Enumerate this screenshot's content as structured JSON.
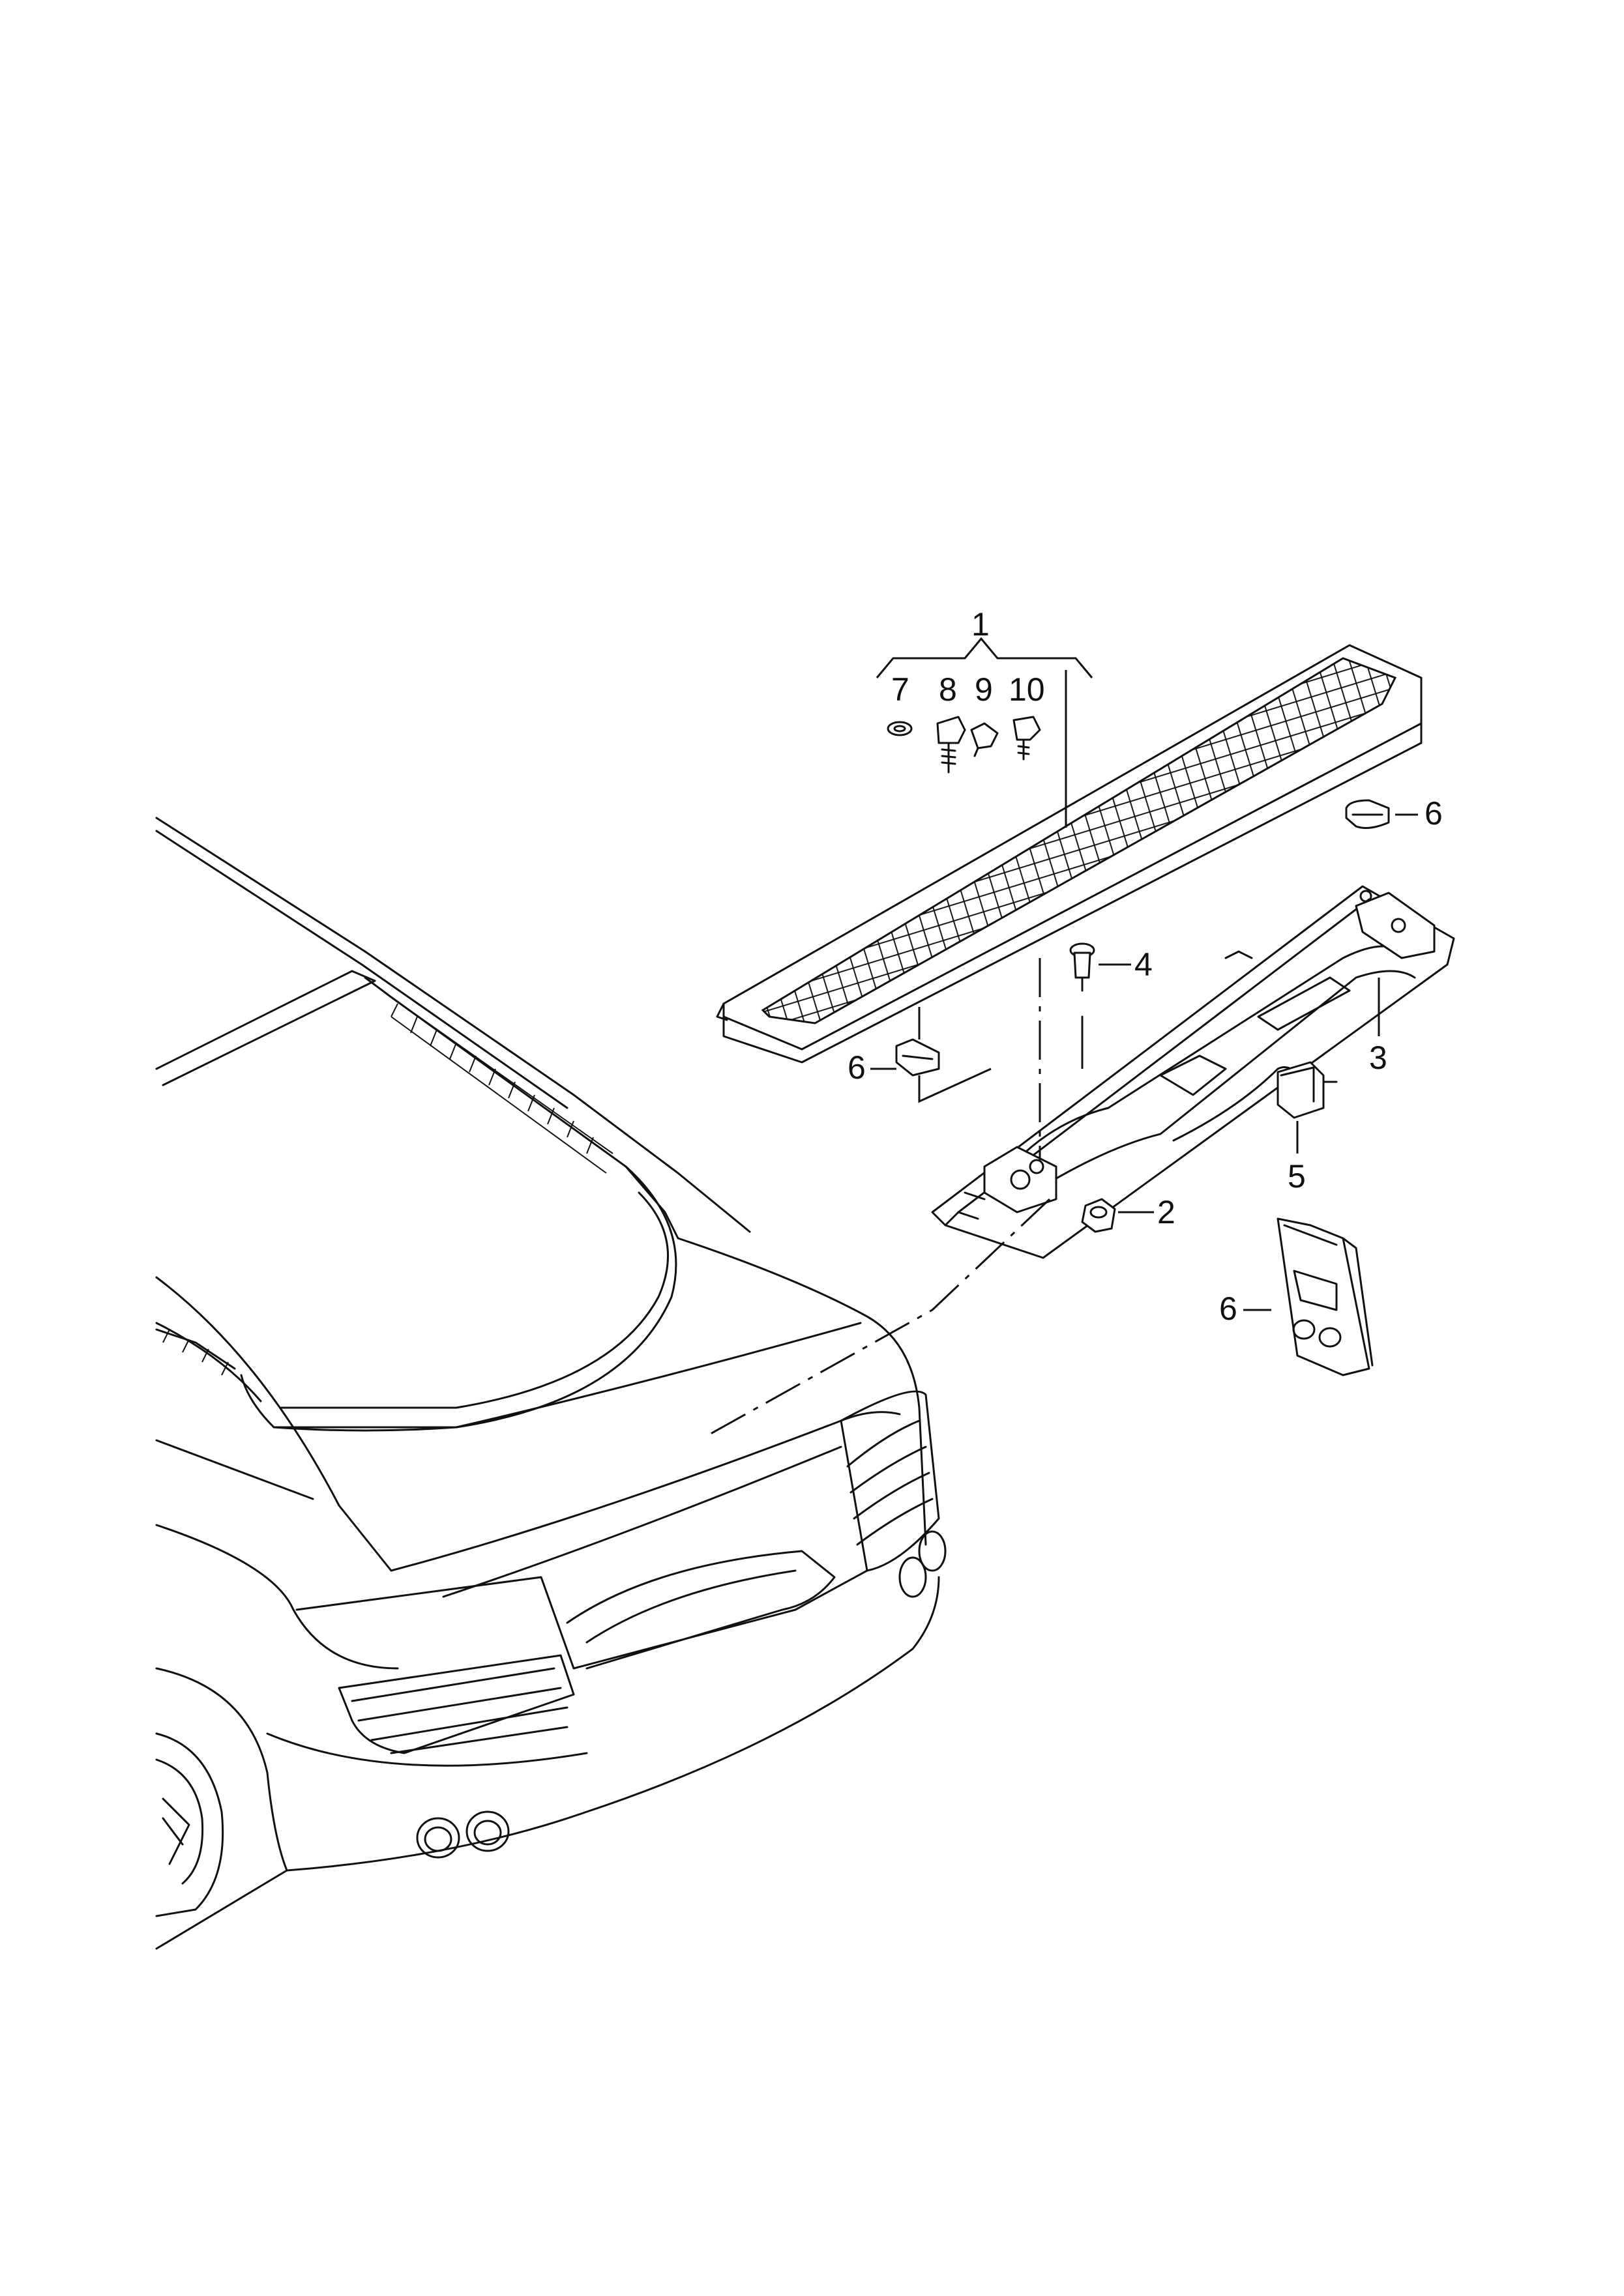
{
  "diagram": {
    "kind": "exploded parts diagram",
    "colors": {
      "line": "#111111",
      "background": "#ffffff"
    },
    "labels": [
      {
        "id": "1",
        "text": "1"
      },
      {
        "id": "7",
        "text": "7"
      },
      {
        "id": "8",
        "text": "8"
      },
      {
        "id": "9",
        "text": "9"
      },
      {
        "id": "10",
        "text": "10"
      },
      {
        "id": "6a",
        "text": "6"
      },
      {
        "id": "4",
        "text": "4"
      },
      {
        "id": "3",
        "text": "3"
      },
      {
        "id": "6b",
        "text": "6"
      },
      {
        "id": "5",
        "text": "5"
      },
      {
        "id": "2",
        "text": "2"
      },
      {
        "id": "6c",
        "text": "6"
      }
    ]
  }
}
